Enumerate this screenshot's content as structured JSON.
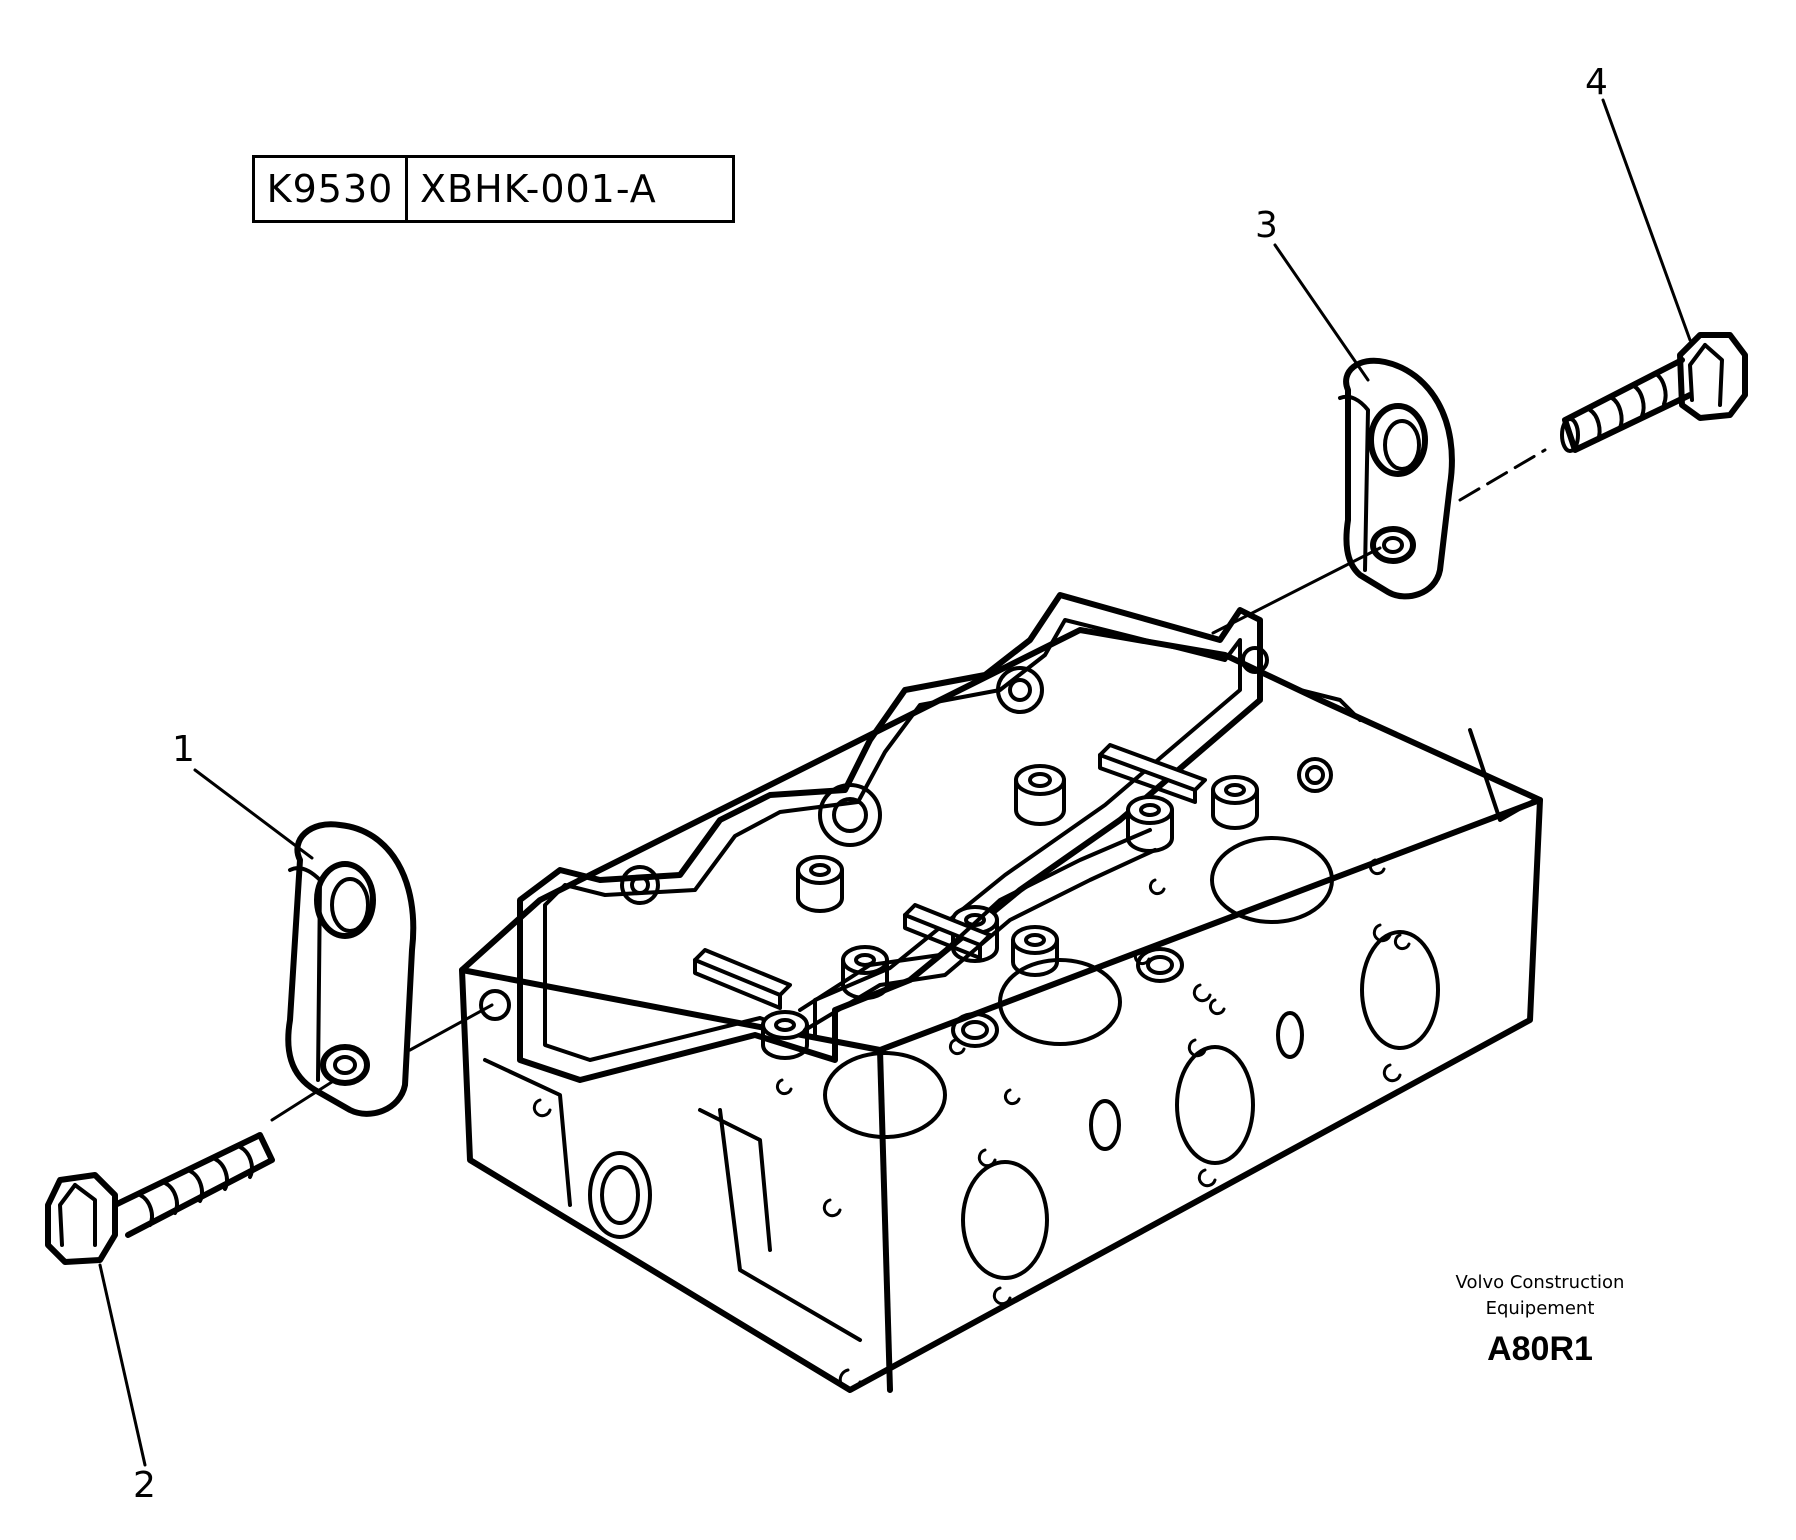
{
  "reference": {
    "code": "K9530",
    "part_code": "XBHK-001-A"
  },
  "callouts": {
    "c1": "1",
    "c2": "2",
    "c3": "3",
    "c4": "4"
  },
  "branding": {
    "line1": "Volvo Construction",
    "line2": "Equipement",
    "figure_code": "A80R1"
  },
  "icons": {
    "cylinder_head": "cylinder-head-drawing",
    "bracket_left": "lifting-eye-bracket",
    "bracket_right": "lifting-eye-bracket",
    "bolt_left": "flange-bolt",
    "bolt_right": "flange-bolt"
  }
}
